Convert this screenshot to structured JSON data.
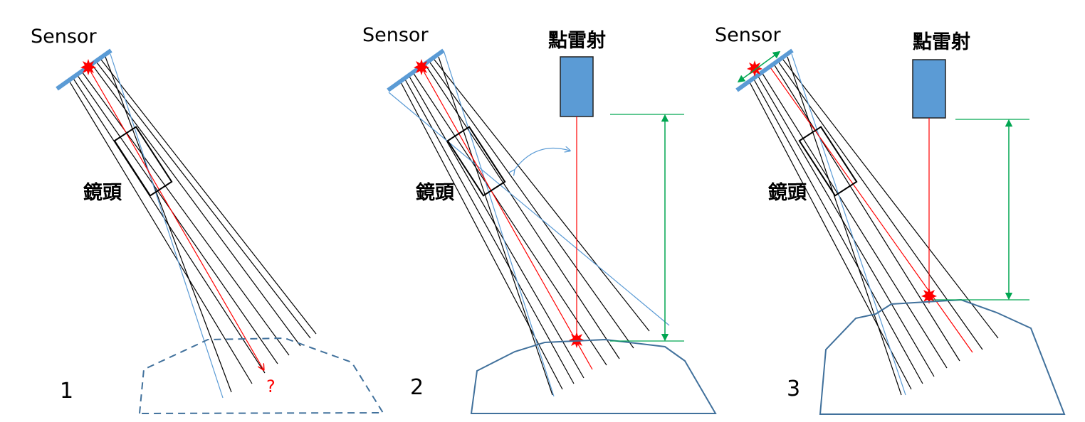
{
  "labels": {
    "sensor": "Sensor",
    "lens": "鏡頭",
    "laser": "點雷射",
    "question": "?"
  },
  "panels": [
    {
      "number": "1"
    },
    {
      "number": "2"
    },
    {
      "number": "3"
    }
  ],
  "colors": {
    "sensor_bar": "#5b9bd5",
    "ray": "#000000",
    "chief_ray": "#ff0000",
    "fov_edge": "#5b9bd5",
    "object_outline": "#41719c",
    "laser_body": "#5b9bd5",
    "dimension": "#00a651",
    "spot": "#ff0000"
  }
}
